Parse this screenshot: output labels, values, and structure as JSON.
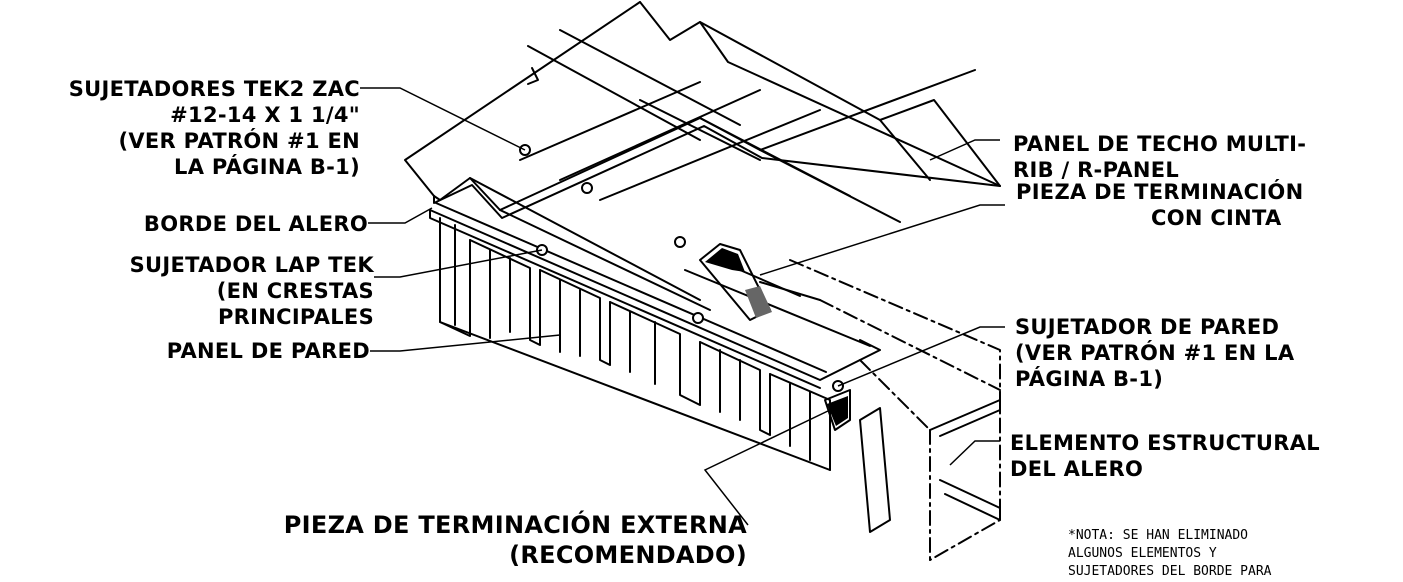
{
  "labels": {
    "fasteners_tek2": [
      "SUJETADORES TEK2 ZAC",
      "#12-14 X 1 1/4\"",
      "(VER PATRÓN #1 EN",
      "LA PÁGINA B-1)"
    ],
    "eave_edge": [
      "BORDE DEL ALERO"
    ],
    "lap_tek": [
      "SUJETADOR LAP TEK",
      "(EN CRESTAS",
      "PRINCIPALES"
    ],
    "wall_panel": [
      "PANEL DE PARED"
    ],
    "roof_panel": [
      "PANEL DE TECHO MULTI-",
      "RIB / R-PANEL"
    ],
    "tape_closure": [
      "PIEZA DE TERMINACIÓN",
      "CON CINTA"
    ],
    "wall_fastener": [
      "SUJETADOR DE PARED",
      "(VER PATRÓN #1 EN LA",
      "PÁGINA B-1)"
    ],
    "eave_strut": [
      "ELEMENTO ESTRUCTURAL",
      "DEL ALERO"
    ],
    "outside_closure": [
      "PIEZA DE TERMINACIÓN EXTERNA",
      "(RECOMENDADO)"
    ],
    "note": [
      "*NOTA: SE HAN ELIMINADO",
      "ALGUNOS ELEMENTOS Y",
      "SUJETADORES DEL BORDE PARA"
    ]
  }
}
